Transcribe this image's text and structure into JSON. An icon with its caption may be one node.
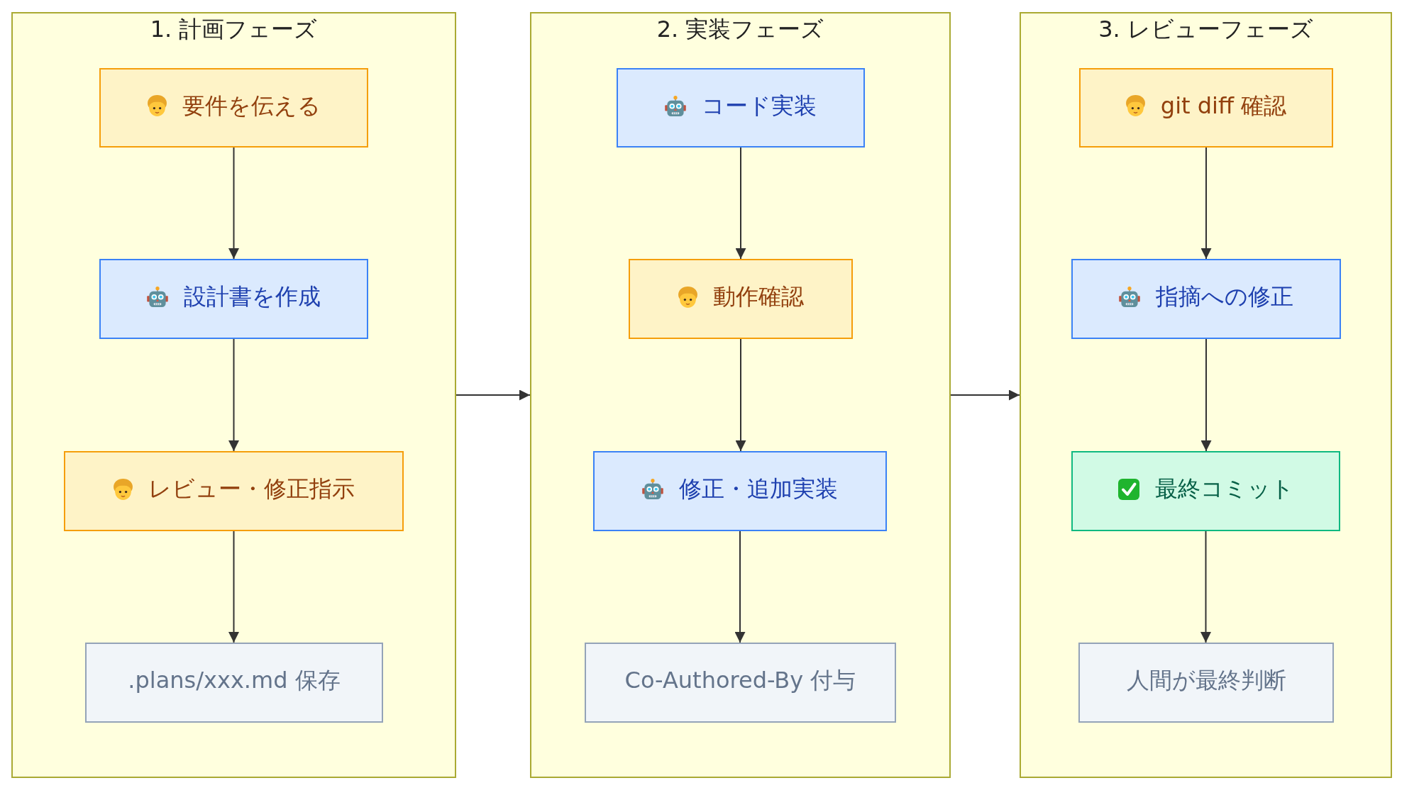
{
  "diagram": {
    "nodes": [
      {
        "text": [
          "1. 計画フェーズ"
        ]
      },
      {
        "text": [
          "要件を伝える"
        ],
        "in": 0
      },
      {
        "text": [
          "設計書を作成"
        ],
        "in": 0
      },
      {
        "text": [
          "レビュー・修正指示"
        ],
        "in": 0
      },
      {
        "text": [
          ".plans/xxx.md 保存"
        ],
        "in": 0
      },
      {
        "text": [
          "2. 実装フェーズ"
        ]
      },
      {
        "text": [
          "コード実装"
        ],
        "in": 5
      },
      {
        "text": [
          "動作確認"
        ],
        "in": 5
      },
      {
        "text": [
          "修正・追加実装"
        ],
        "in": 5
      },
      {
        "text": [
          "Co-Authored-By 付与"
        ],
        "in": 5
      },
      {
        "text": [
          "3. レビューフェーズ"
        ]
      },
      {
        "text": [
          "git diff 確認"
        ],
        "in": 10
      },
      {
        "text": [
          "指摘への修正"
        ],
        "in": 10
      },
      {
        "text": [
          "最終コミット"
        ],
        "in": 10
      },
      {
        "text": [
          "人間が最終判断"
        ],
        "in": 10
      }
    ],
    "edges": [
      {
        "from": 1,
        "to": 2,
        "arrow": "to"
      },
      {
        "from": 2,
        "to": 3,
        "arrow": "to"
      },
      {
        "from": 3,
        "to": 4,
        "arrow": "to"
      },
      {
        "from": 0,
        "to": 5,
        "arrow": "to"
      },
      {
        "from": 6,
        "to": 7,
        "arrow": "to"
      },
      {
        "from": 7,
        "to": 8,
        "arrow": "to"
      },
      {
        "from": 8,
        "to": 9,
        "arrow": "to"
      },
      {
        "from": 5,
        "to": 10,
        "arrow": "to"
      },
      {
        "from": 11,
        "to": 12,
        "arrow": "to"
      },
      {
        "from": 12,
        "to": 13,
        "arrow": "to"
      },
      {
        "from": 13,
        "to": 14,
        "arrow": "to"
      }
    ]
  }
}
